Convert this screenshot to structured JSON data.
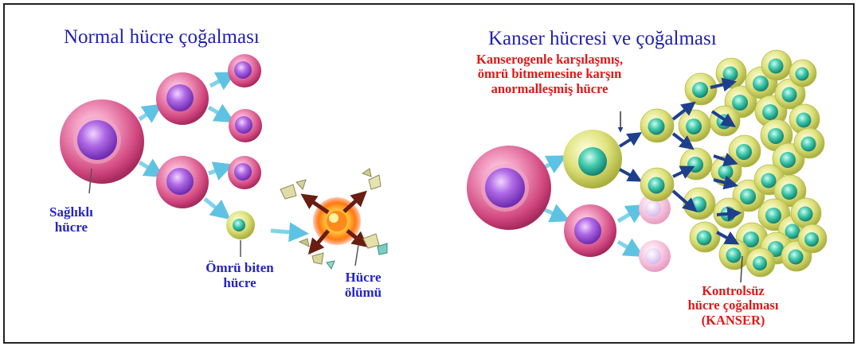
{
  "normal_title": "Normal hücre çoğalması",
  "cancer_title": "Kanser hücresi ve çoğalması",
  "labels": {
    "healthy_1": "Sağlıklı",
    "healthy_2": "hücre",
    "aging_1": "Ömrü biten",
    "aging_2": "hücre",
    "death_1": "Hücre",
    "death_2": "ölümü",
    "carcinogen_1": "Kanserogenle karşılaşmış,",
    "carcinogen_2": "ömrü bitmemesine karşın",
    "carcinogen_3": "anormalleşmiş hücre",
    "uncontrolled_1": "Kontrolsüz",
    "uncontrolled_2": "hücre çoğalması",
    "uncontrolled_3": "(KANSER)"
  },
  "colors": {
    "title_blue": "#1f1fb0",
    "label_blue": "#2424c8",
    "label_red": "#e01818",
    "healthy_cell": "#d84f86",
    "nucleus": "#9a4fd6",
    "cancer_cell": "#d7e27a",
    "cancer_nucleus": "#26c0a5",
    "arrow_light": "#7fd3ea",
    "arrow_dark": "#1e3f8c"
  }
}
